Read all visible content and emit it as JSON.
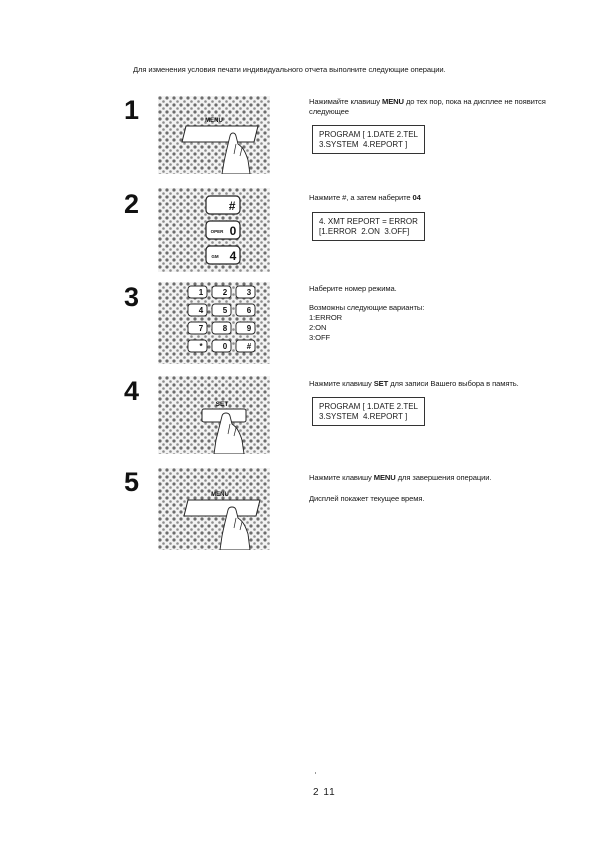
{
  "intro": "Для изменения условия печати индивидуального отчета выполните следующие операции.",
  "steps": [
    {
      "number": "1",
      "key_label": "MENU",
      "text_pre": "Нажимайте клавишу ",
      "text_key": "MENU",
      "text_post": " до тех пор, пока на дисплее не появится следующее",
      "lcd": [
        "PROGRAM [ 1.DATE 2.TEL",
        "3.SYSTEM  4.REPORT ]"
      ]
    },
    {
      "number": "2",
      "keys": [
        "#",
        "0",
        "4"
      ],
      "key_sub": [
        "",
        "OPER",
        "GM"
      ],
      "text_pre": "Нажмите #, а затем наберите ",
      "text_key": "04",
      "lcd": [
        "4. XMT REPORT = ERROR",
        "[1.ERROR  2.ON  3.OFF]"
      ]
    },
    {
      "number": "3",
      "keypad": [
        [
          "1",
          "2",
          "3"
        ],
        [
          "4",
          "5",
          "6"
        ],
        [
          "7",
          "8",
          "9"
        ],
        [
          "*",
          "0",
          "#"
        ]
      ],
      "text": "Наберите номер режима.",
      "options_title": "Возможны следующие варианты:",
      "options": [
        "1:ERROR",
        "2:ON",
        "3:OFF"
      ]
    },
    {
      "number": "4",
      "key_label": "SET",
      "text_pre": "Нажмите клавишу ",
      "text_key": "SET",
      "text_post": " для записи Вашего выбора в память.",
      "lcd": [
        "PROGRAM [ 1.DATE 2.TEL",
        "3.SYSTEM  4.REPORT ]"
      ]
    },
    {
      "number": "5",
      "key_label": "MENU",
      "text_pre": "Нажмите клавишу ",
      "text_key": "MENU",
      "text_post": " для завершения операции.",
      "text2": "Дисплей покажет текущее время."
    }
  ],
  "page_number": "2  11"
}
